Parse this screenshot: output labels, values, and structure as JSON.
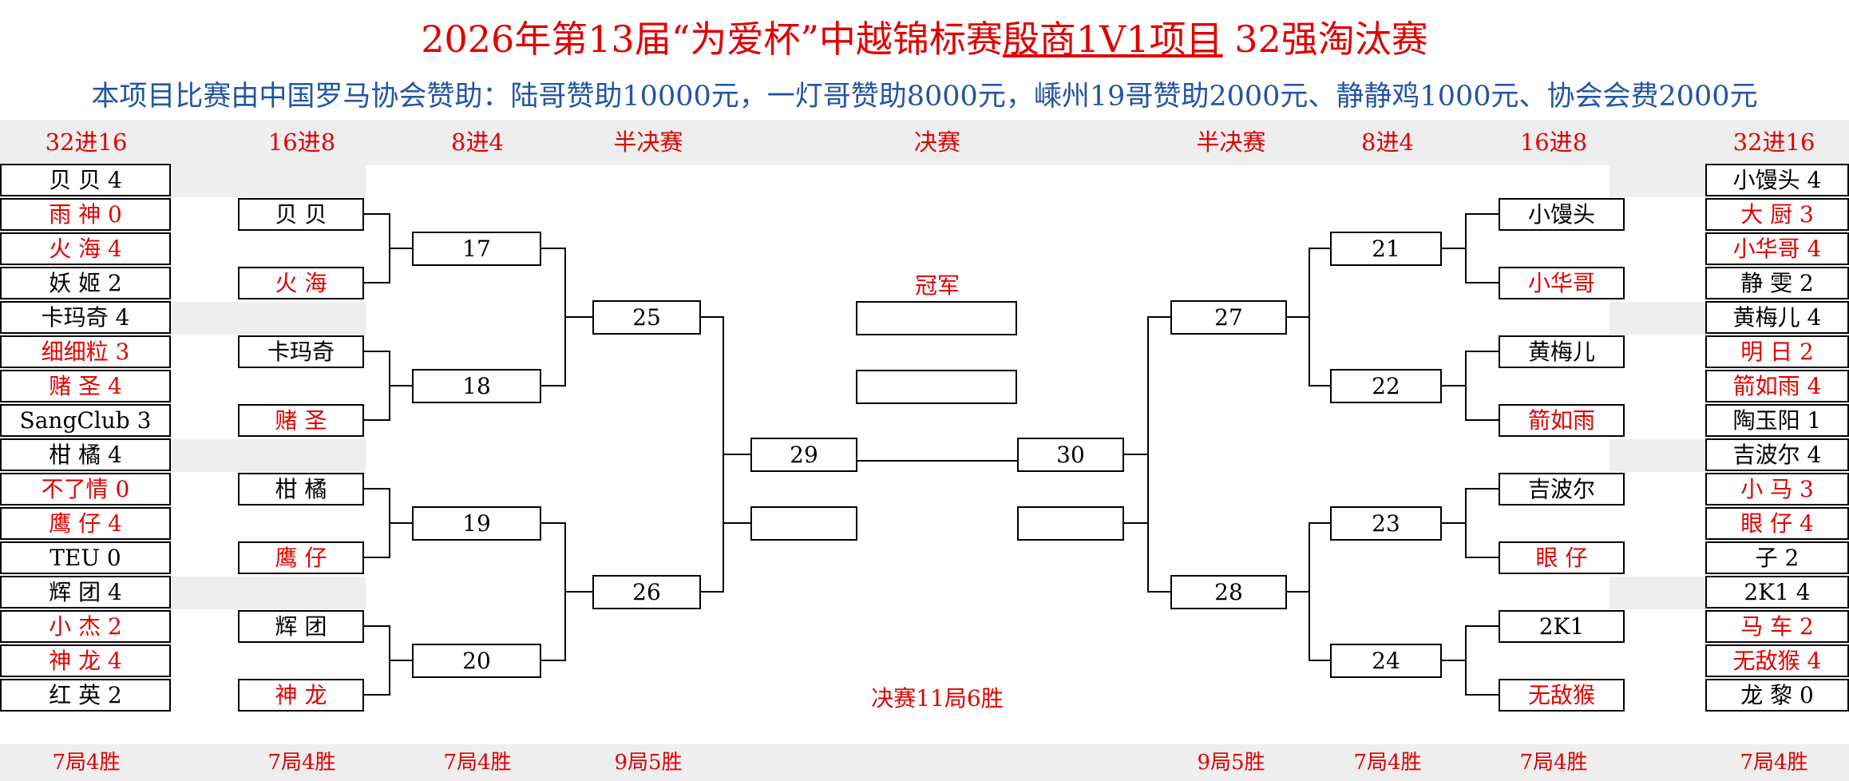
{
  "title": {
    "prefix": "2026年第13届“为爱杯”中越锦标赛",
    "underlined": "殷商1V1项目",
    "suffix": " 32强淘汰赛"
  },
  "subtitle": "本项目比赛由中国罗马协会赞助：陆哥赞助10000元，一灯哥赞助8000元，嵊州19哥赞助2000元、静静鸡1000元、协会会费2000元",
  "headers": {
    "left": [
      "32进16",
      "16进8",
      "8进4",
      "半决赛"
    ],
    "final": "决赛",
    "right": [
      "半决赛",
      "8进4",
      "16进8",
      "32进16"
    ]
  },
  "footers": {
    "left": [
      "7局4胜",
      "7局4胜",
      "7局4胜",
      "9局5胜"
    ],
    "right": [
      "9局5胜",
      "7局4胜",
      "7局4胜",
      "7局4胜"
    ]
  },
  "left_r32": [
    "贝 贝 4",
    "雨 神 0",
    "火 海 4",
    "妖 姬 2",
    "卡玛奇 4",
    "细细粒 3",
    "赌 圣 4",
    "SangClub 3",
    "柑 橘 4",
    "不了情 0",
    "鹰 仔 4",
    "TEU 0",
    "辉 团 4",
    "小 杰 2",
    "神 龙 4",
    "红 英 2"
  ],
  "left_r32_red": [
    false,
    true,
    true,
    false,
    false,
    true,
    true,
    false,
    false,
    true,
    true,
    false,
    false,
    true,
    true,
    false
  ],
  "left_r16": [
    "贝 贝",
    "火 海",
    "卡玛奇",
    "赌 圣",
    "柑 橘",
    "鹰 仔",
    "辉 团",
    "神 龙"
  ],
  "left_r16_red": [
    false,
    true,
    false,
    true,
    false,
    true,
    false,
    true
  ],
  "left_qf": [
    "17",
    "18",
    "19",
    "20"
  ],
  "left_sf": [
    "25",
    "26"
  ],
  "right_r32": [
    "小馒头 4",
    "大 厨 3",
    "小华哥 4",
    "静 雯 2",
    "黄梅儿 4",
    "明 日 2",
    "箭如雨 4",
    "陶玉阳 1",
    "吉波尔 4",
    "小 马 3",
    "眼 仔 4",
    "子 2",
    "2K1 4",
    "马 车 2",
    "无敌猴 4",
    "龙 黎 0"
  ],
  "right_r32_red": [
    false,
    true,
    true,
    false,
    false,
    true,
    true,
    false,
    false,
    true,
    true,
    false,
    false,
    true,
    true,
    false
  ],
  "right_r16": [
    "小馒头",
    "小华哥",
    "黄梅儿",
    "箭如雨",
    "吉波尔",
    "眼 仔",
    "2K1",
    "无敌猴"
  ],
  "right_r16_red": [
    false,
    true,
    false,
    true,
    false,
    true,
    false,
    true
  ],
  "right_qf": [
    "21",
    "22",
    "23",
    "24"
  ],
  "right_sf": [
    "27",
    "28"
  ],
  "final": {
    "left": "29",
    "right": "30",
    "left_lower": "",
    "right_lower": ""
  },
  "champion": {
    "label": "冠军",
    "value": "",
    "second": ""
  },
  "final_rule": "决赛11局6胜",
  "colors": {
    "red": "#e00000",
    "blue": "#2255a4",
    "shade": "#eeeeee"
  }
}
